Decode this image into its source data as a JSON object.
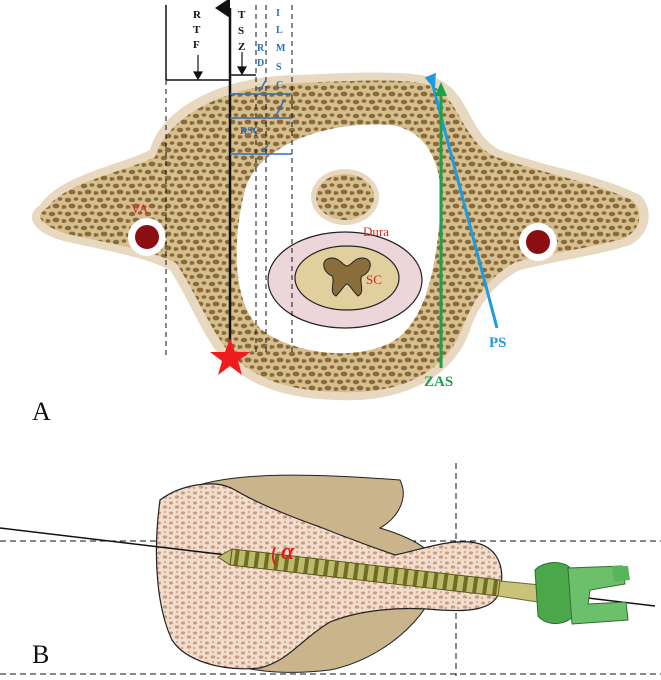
{
  "panels": {
    "a": {
      "letter": "A",
      "labels": {
        "va": "VA",
        "dura": "Dura",
        "sc": "SC",
        "ps": "PS",
        "zas": "ZAS",
        "rsc": "RSC",
        "rtf": [
          "R",
          "T",
          "F"
        ],
        "tsz": [
          "T",
          "S",
          "Z"
        ],
        "rd": [
          "R",
          "D"
        ],
        "ilmsc": [
          "I",
          "L",
          "M",
          "S",
          "C"
        ]
      },
      "colors": {
        "bone": "#d9c49a",
        "bone_outline": "#e8d6bd",
        "pore": "#7a5c2e",
        "canal": "#ffffff",
        "dura": "#ecd6da",
        "cord": "#e2cf9e",
        "vessel": "#8b0f12",
        "ps": "#1e9be0",
        "zas": "#16a34a",
        "star": "#ee1c1c",
        "blue_lines": "#2f6fbf"
      }
    },
    "b": {
      "letter": "B",
      "labels": {
        "angle": "α"
      },
      "colors": {
        "bone_body": "#f1d8c5",
        "bone_shadow": "#c9b48c",
        "screw": "#a3a35a",
        "screw_head": "#4aa84a"
      }
    }
  }
}
